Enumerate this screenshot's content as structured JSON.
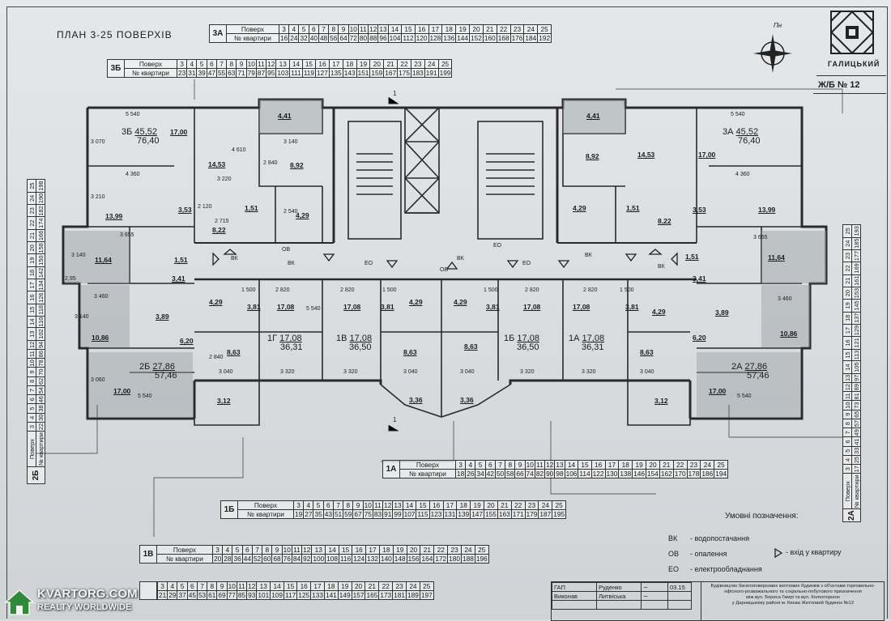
{
  "plan_title": "ПЛАН 3-25 ПОВЕРХІВ",
  "row_label_floor": "Поверх",
  "row_label_apartment": "№ квартири",
  "floors": [
    "3",
    "4",
    "5",
    "6",
    "7",
    "8",
    "9",
    "10",
    "11",
    "12",
    "13",
    "14",
    "15",
    "16",
    "17",
    "18",
    "19",
    "20",
    "21",
    "22",
    "23",
    "24",
    "25"
  ],
  "tables": {
    "3A": {
      "code": "3А",
      "apartments": [
        "16",
        "24",
        "32",
        "40",
        "48",
        "56",
        "64",
        "72",
        "80",
        "88",
        "96",
        "104",
        "112",
        "120",
        "128",
        "136",
        "144",
        "152",
        "160",
        "168",
        "176",
        "184",
        "192"
      ]
    },
    "3B": {
      "code": "3Б",
      "apartments": [
        "23",
        "31",
        "39",
        "47",
        "55",
        "63",
        "71",
        "79",
        "87",
        "95",
        "103",
        "111",
        "119",
        "127",
        "135",
        "143",
        "151",
        "159",
        "167",
        "175",
        "183",
        "191",
        "199"
      ]
    },
    "1A": {
      "code": "1А",
      "apartments": [
        "18",
        "26",
        "34",
        "42",
        "50",
        "58",
        "66",
        "74",
        "82",
        "90",
        "98",
        "106",
        "114",
        "122",
        "130",
        "138",
        "146",
        "154",
        "162",
        "170",
        "178",
        "186",
        "194"
      ]
    },
    "1B": {
      "code": "1Б",
      "apartments": [
        "19",
        "27",
        "35",
        "43",
        "51",
        "59",
        "67",
        "75",
        "83",
        "91",
        "99",
        "107",
        "115",
        "123",
        "131",
        "139",
        "147",
        "155",
        "163",
        "171",
        "179",
        "187",
        "195"
      ]
    },
    "1V": {
      "code": "1В",
      "apartments": [
        "20",
        "28",
        "36",
        "44",
        "52",
        "60",
        "68",
        "76",
        "84",
        "92",
        "100",
        "108",
        "116",
        "124",
        "132",
        "140",
        "148",
        "156",
        "164",
        "172",
        "180",
        "188",
        "196"
      ]
    },
    "1G": {
      "code": "1Г",
      "apartments": [
        "21",
        "29",
        "37",
        "45",
        "53",
        "61",
        "69",
        "77",
        "85",
        "93",
        "101",
        "109",
        "117",
        "125",
        "133",
        "141",
        "149",
        "157",
        "165",
        "173",
        "181",
        "189",
        "197"
      ]
    },
    "2B": {
      "code": "2Б",
      "apartments": [
        "22",
        "30",
        "38",
        "46",
        "54",
        "62",
        "70",
        "78",
        "86",
        "94",
        "102",
        "110",
        "118",
        "126",
        "134",
        "142",
        "150",
        "158",
        "166",
        "174",
        "182",
        "190",
        "198"
      ]
    },
    "2A": {
      "code": "2А",
      "apartments": [
        "17",
        "25",
        "33",
        "41",
        "49",
        "57",
        "65",
        "73",
        "81",
        "89",
        "97",
        "105",
        "113",
        "121",
        "129",
        "137",
        "145",
        "153",
        "161",
        "169",
        "177",
        "185",
        "193"
      ]
    }
  },
  "logo": {
    "name": "ГАЛИЦЬКИЙ",
    "north": "Пн"
  },
  "building_no": "Ж/Б № 12",
  "apartment_labels": {
    "3B": {
      "code": "3Б",
      "area1": "45,52",
      "area2": "76,40"
    },
    "3A": {
      "code": "3А",
      "area1": "45,52",
      "area2": "76,40"
    },
    "2B": {
      "code": "2Б",
      "area1": "27,86",
      "area2": "57,46"
    },
    "2A": {
      "code": "2А",
      "area1": "27,86",
      "area2": "57,46"
    },
    "1G": {
      "code": "1Г",
      "area1": "17,08",
      "area2": "36,31"
    },
    "1V": {
      "code": "1В",
      "area1": "17,08",
      "area2": "36,50"
    },
    "1B": {
      "code": "1Б",
      "area1": "17,08",
      "area2": "36,50"
    },
    "1A": {
      "code": "1А",
      "area1": "17,08",
      "area2": "36,31"
    }
  },
  "rooms": [
    "17,00",
    "14,53",
    "4,41",
    "8,92",
    "13,99",
    "3,53",
    "1,51",
    "4,29",
    "8,22",
    "11,64",
    "1,51",
    "3,41",
    "10,86",
    "3,89",
    "6,20",
    "4,29",
    "3,81",
    "17,08",
    "8,63",
    "3,12",
    "3,36",
    "17,00",
    "4,41",
    "8,92",
    "14,53",
    "17,00",
    "13,99",
    "3,53",
    "1,51",
    "4,29",
    "8,22",
    "11,64",
    "1,51",
    "3,41",
    "10,86",
    "3,89",
    "6,20",
    "17,00",
    "3,12",
    "3,36",
    "4,29",
    "3,81",
    "17,08",
    "8,63",
    "4,29",
    "3,81",
    "17,08",
    "8,63",
    "4,29",
    "3,81",
    "17,08",
    "8,63"
  ],
  "dims": [
    "5 540",
    "3 070",
    "4 360",
    "3 210",
    "4 610",
    "3 140",
    "3 220",
    "2 840",
    "2 715",
    "2 120",
    "2 540",
    "3 655",
    "3 140",
    "2,95",
    "3 460",
    "3 140",
    "3 060",
    "5 540",
    "1 500",
    "2 820",
    "2 840",
    "3 040",
    "3 320",
    "5 540"
  ],
  "utility_marks": {
    "vk": "ВК",
    "ov": "ОВ",
    "eo": "ЕО"
  },
  "section_mark": "1",
  "legend": {
    "title": "Умовні позначення:",
    "items": [
      {
        "code": "ВК",
        "text": "- водопостачання"
      },
      {
        "code": "ОВ",
        "text": "- опалення"
      },
      {
        "code": "ЕО",
        "text": "- електрообладнання"
      }
    ],
    "entry": "- вхід у квартиру"
  },
  "stamp": {
    "roles": [
      "ГАП",
      "Виконав"
    ],
    "names": [
      "Руденко",
      "Литвіська"
    ],
    "date": "03.15",
    "desc": [
      "Будівництво багатоповерхових житлових будинків з об'єктами торговельно-",
      "офісного-розважального та соціально-побутового призначення",
      "між вул. Бориса Гмирі та вул. Колекторною",
      "у Дарницькому районі м. Києва   Житловий будинок №12"
    ]
  },
  "watermark": {
    "site": "KVARTORG.COM",
    "slogan": "REALTY WORLDWIDE"
  }
}
